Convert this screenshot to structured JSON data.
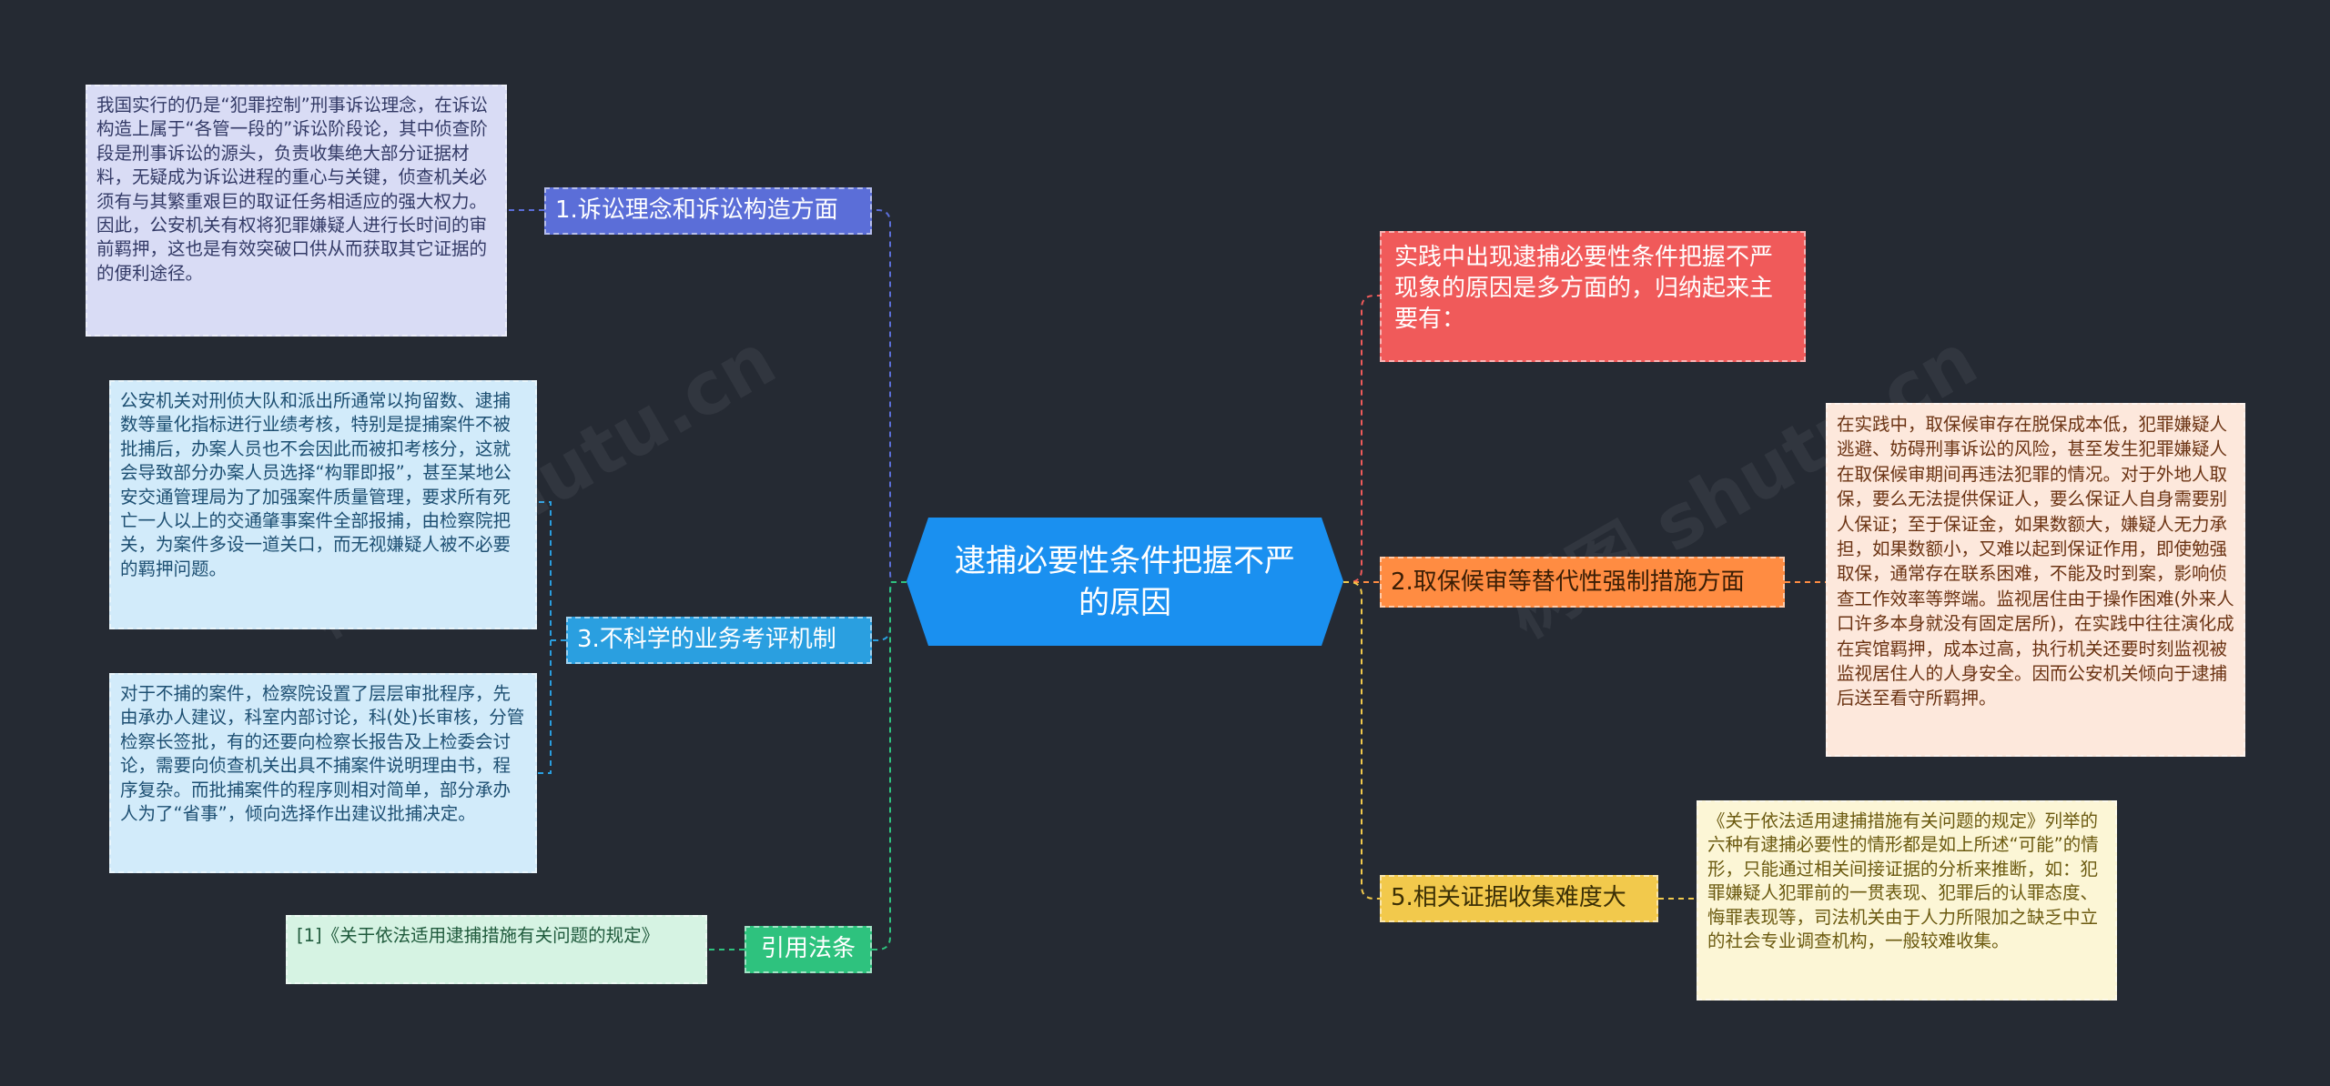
{
  "root": {
    "label": "逮捕必要性条件把握不严的原因",
    "color": "#1a90f0"
  },
  "watermark": "树图 shutu.cn",
  "branches": [
    {
      "id": "b1",
      "label": "1.诉讼理念和诉讼构造方面",
      "color": "#5b6ed8",
      "leaves": [
        {
          "text": "我国实行的仍是“犯罪控制”刑事诉讼理念，在诉讼构造上属于“各管一段的”诉讼阶段论，其中侦查阶段是刑事诉讼的源头，负责收集绝大部分证据材料，无疑成为诉讼进程的重心与关键，侦查机关必须有与其繁重艰巨的取证任务相适应的强大权力。因此，公安机关有权将犯罪嫌疑人进行长时间的审前羁押，这也是有效突破口供从而获取其它证据的的便利途径。"
        }
      ]
    },
    {
      "id": "b3",
      "label": "3.不科学的业务考评机制",
      "color": "#2a9fe0",
      "leaves": [
        {
          "text": "公安机关对刑侦大队和派出所通常以拘留数、逮捕数等量化指标进行业绩考核，特别是提捕案件不被批捕后，办案人员也不会因此而被扣考核分，这就会导致部分办案人员选择“构罪即报”，甚至某地公安交通管理局为了加强案件质量管理，要求所有死亡一人以上的交通肇事案件全部报捕，由检察院把关，为案件多设一道关口，而无视嫌疑人被不必要的羁押问题。"
        },
        {
          "text": "对于不捕的案件，检察院设置了层层审批程序，先由承办人建议，科室内部讨论，科(处)长审核，分管检察长签批，有的还要向检察长报告及上检委会讨论，需要向侦查机关出具不捕案件说明理由书，程序复杂。而批捕案件的程序则相对简单，部分承办人为了“省事”，倾向选择作出建议批捕决定。"
        }
      ]
    },
    {
      "id": "bcite",
      "label": "引用法条",
      "color": "#2ec27e",
      "leaves": [
        {
          "text": "[1]《关于依法适用逮捕措施有关问题的规定》"
        }
      ]
    },
    {
      "id": "bintro",
      "label": "实践中出现逮捕必要性条件把握不严现象的原因是多方面的，归纳起来主要有：",
      "color": "#f05a5a",
      "leaves": []
    },
    {
      "id": "b2",
      "label": "2.取保候审等替代性强制措施方面",
      "color": "#ff8c42",
      "leaves": [
        {
          "text": "在实践中，取保候审存在脱保成本低，犯罪嫌疑人逃避、妨碍刑事诉讼的风险，甚至发生犯罪嫌疑人在取保候审期间再违法犯罪的情况。对于外地人取保，要么无法提供保证人，要么保证人自身需要别人保证；至于保证金，如果数额大，嫌疑人无力承担，如果数额小，又难以起到保证作用，即使勉强取保，通常存在联系困难，不能及时到案，影响侦查工作效率等弊端。监视居住由于操作困难(外来人口许多本身就没有固定居所)，在实践中往往演化成在宾馆羁押，成本过高，执行机关还要时刻监视被监视居住人的人身安全。因而公安机关倾向于逮捕后送至看守所羁押。"
        }
      ]
    },
    {
      "id": "b5",
      "label": "5.相关证据收集难度大",
      "color": "#f2c94c",
      "leaves": [
        {
          "text": "《关于依法适用逮捕措施有关问题的规定》列举的六种有逮捕必要性的情形都是如上所述“可能”的情形，只能通过相关间接证据的分析来推断，如：犯罪嫌疑人犯罪前的一贯表现、犯罪后的认罪态度、悔罪表现等，司法机关由于人力所限加之缺乏中立的社会专业调查机构，一般较难收集。"
        }
      ]
    }
  ]
}
